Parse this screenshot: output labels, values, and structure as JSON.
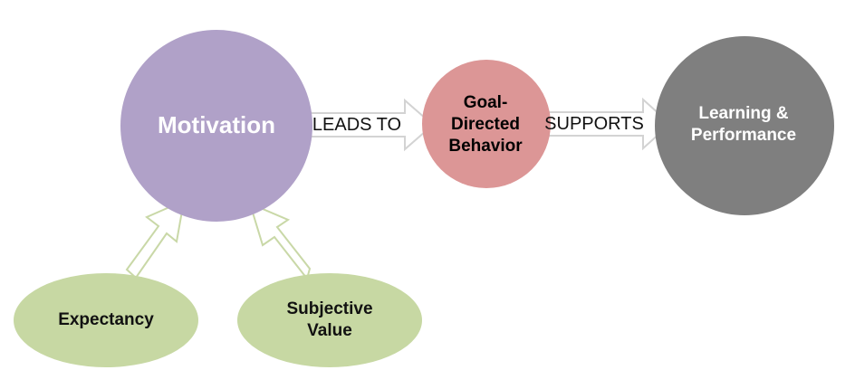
{
  "nodes": {
    "motivation": {
      "label": "Motivation",
      "color": "#b0a1c8"
    },
    "goal": {
      "label": "Goal-\nDirected\nBehavior",
      "color": "#dc9696"
    },
    "learning": {
      "label": "Learning &\nPerformance",
      "color": "#7f7f7f"
    },
    "expectancy": {
      "label": "Expectancy",
      "color": "#c7d8a3"
    },
    "subjective_value": {
      "label": "Subjective\nValue",
      "color": "#c7d8a3"
    }
  },
  "edges": {
    "leads_to": "LEADS TO",
    "supports": "SUPPORTS"
  },
  "arrow_style": {
    "fill": "#ffffff",
    "stroke": "#d3d3d3",
    "up_stroke": "#c9d8a7"
  }
}
